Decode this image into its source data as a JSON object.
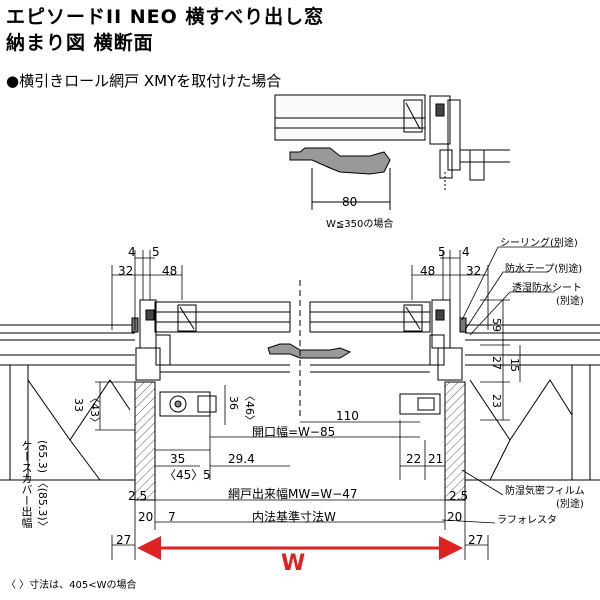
{
  "header": {
    "title_line1": "エピソードII NEO 横すべり出し窓",
    "title_line2": "納まり図 横断面",
    "subtitle": "●横引きロール網戸 XMYを取付けた場合"
  },
  "inset": {
    "dim_80": "80",
    "note": "W≦350の場合"
  },
  "dims": {
    "d4_l": "4",
    "d5_l": "5",
    "d32_l": "32",
    "d48_l": "48",
    "d5_r": "5",
    "d4_r": "4",
    "d48_r": "48",
    "d32_r": "32",
    "d59": "59",
    "d27_r": "27",
    "d15": "15",
    "d23": "23",
    "d33": "33",
    "d43": "〈43〉",
    "d36": "36",
    "d46": "〈46〉",
    "d110": "110",
    "opening": "開口幅=W−85",
    "d35": "35",
    "d45": "〈45〉",
    "d5_b": "5",
    "d29_4": "29.4",
    "d22": "22",
    "d21": "21",
    "screen_width": "網戸出来幅MW=W−47",
    "d2_5_l": "2.5",
    "d2_5_r": "2.5",
    "d20_l": "20",
    "d7": "7",
    "inner_std": "内法基準寸法W",
    "d20_r": "20",
    "d27_l": "27",
    "d27_rb": "27",
    "W": "W"
  },
  "callouts": {
    "sealing": "シーリング(別途)",
    "waterproof_tape": "防水テープ(別途)",
    "breathable_sheet": "透湿防水シート",
    "breathable_sheet_note": "(別途)",
    "vapor_film": "防湿気密フィルム",
    "vapor_film_note": "(別途)",
    "rough_lath": "ラフォレスタ"
  },
  "vertical_label": {
    "case_cover": "ケースカバー出幅",
    "values": "(65.3) 〈(85.3)〉"
  },
  "footnote": "〈 〉寸法は、405<Wの場合",
  "colors": {
    "w_arrow": "#dd2222"
  }
}
